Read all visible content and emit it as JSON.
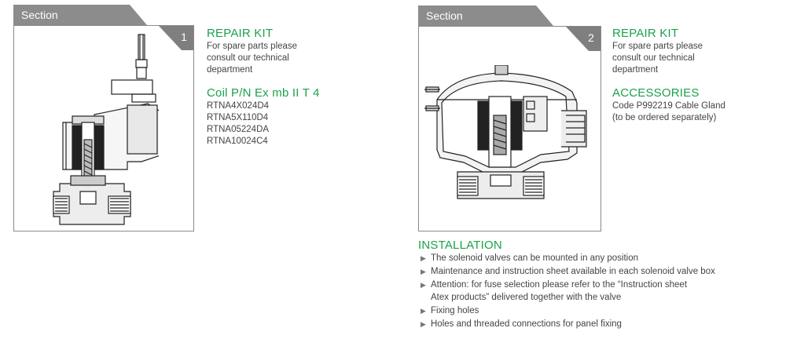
{
  "colors": {
    "accent": "#1aa24b",
    "tab": "#8c8c8c",
    "frame": "#8a8a8a"
  },
  "panel1": {
    "section_label": "Section",
    "number": "1",
    "repair_title": "REPAIR KIT",
    "repair_lines": [
      "For spare parts please",
      "consult our technical",
      "department"
    ],
    "coil_title": "Coil P/N Ex mb II T 4",
    "coil_codes": [
      "RTNA4X024D4",
      "RTNA5X110D4",
      "RTNA05224DA",
      "RTNA10024C4"
    ]
  },
  "panel2": {
    "section_label": "Section",
    "number": "2",
    "repair_title": "REPAIR KIT",
    "repair_lines": [
      "For spare parts please",
      "consult our technical",
      "department"
    ],
    "acc_title": "ACCESSORIES",
    "acc_lines": [
      "Code P992219 Cable Gland",
      "(to be ordered separately)"
    ]
  },
  "installation": {
    "title": "INSTALLATION",
    "items": [
      "The solenoid valves can be mounted in any position",
      "Maintenance and instruction sheet available in each solenoid valve box",
      "Attention: for fuse selection please refer to the “Instruction sheet",
      "Atex products” delivered together with the valve",
      "Fixing holes",
      "Holes and threaded connections for panel fixing"
    ]
  }
}
